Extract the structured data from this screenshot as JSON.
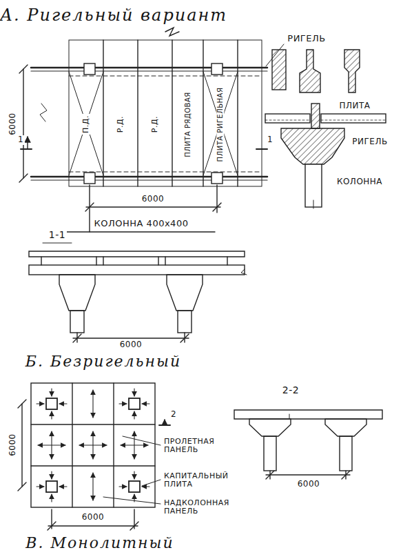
{
  "diagram": {
    "labels": [
      "А. Ригельный вариант",
      "РИГЕЛЬ",
      "6000",
      "1",
      "1",
      "П.Д.",
      "Р.Д.",
      "Р.Д.",
      "ПЛИТА РЯДОВАЯ",
      "ПЛИТА РИГЕЛЬНАЯ",
      "6000",
      "КОЛОННА 400х400",
      "ПЛИТА",
      "РИГЕЛЬ",
      "КОЛОННА",
      "1-1",
      "6000",
      "Б. Безригельный",
      "6000",
      "2",
      "ПРОЛЕТНАЯ ПАНЕЛЬ",
      "КАПИТАЛЬНЫЙ ПЛИТА",
      "НАДКОЛОННАЯ ПАНЕЛЬ",
      "2-2",
      "6000",
      "6000",
      "В. Монолитный"
    ]
  }
}
